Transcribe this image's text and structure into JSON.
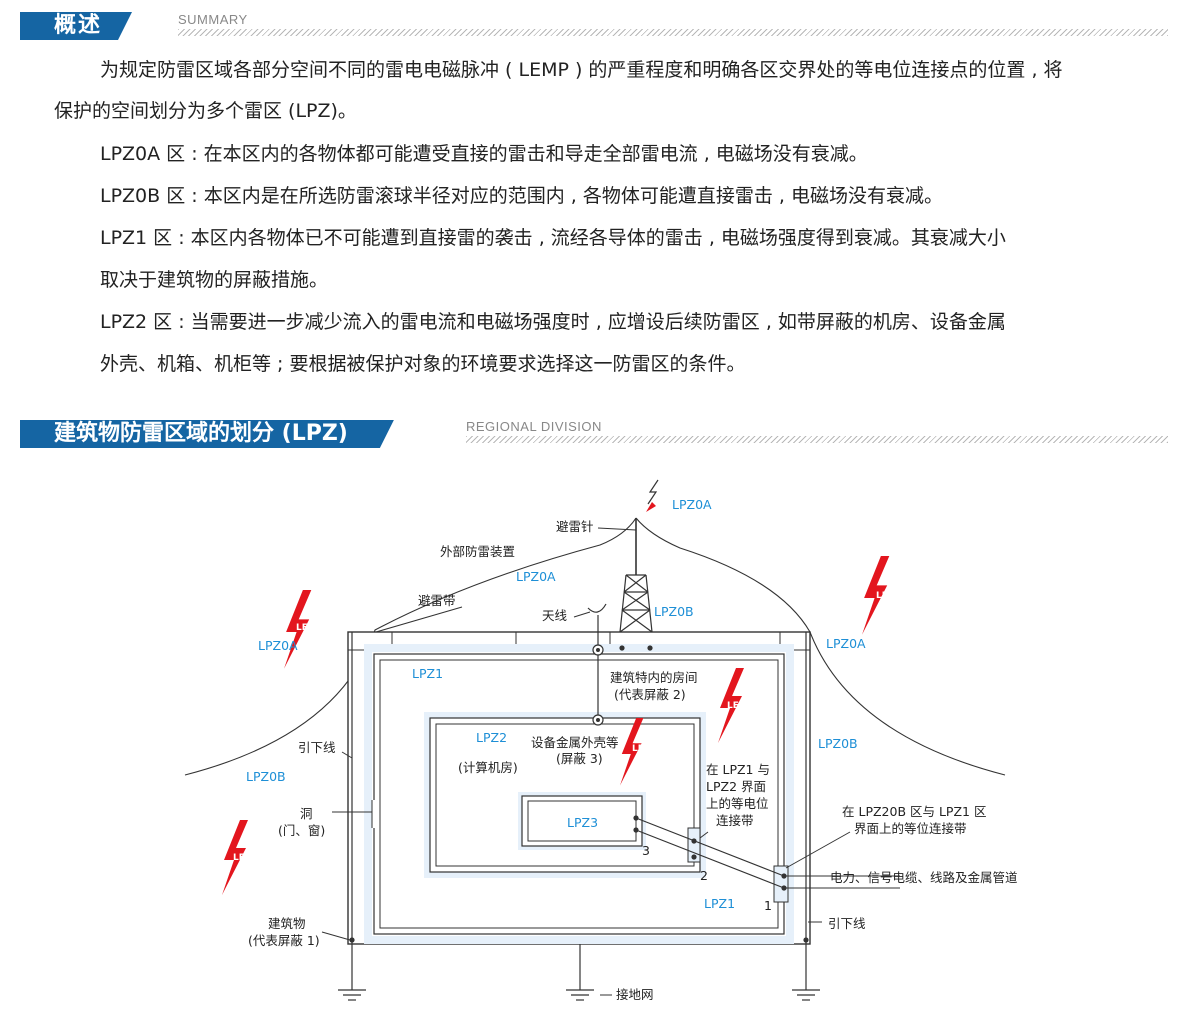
{
  "section1": {
    "title": "概述",
    "subtitle": "SUMMARY"
  },
  "intro": {
    "line1": "为规定防雷区域各部分空间不同的雷电电磁脉冲 ( LEMP ) 的严重程度和明确各区交界处的等电位连接点的位置 , 将",
    "line2": "保护的空间划分为多个雷区 (LPZ)。"
  },
  "zones": {
    "lpz0a": "LPZ0A 区 : 在本区内的各物体都可能遭受直接的雷击和导走全部雷电流 , 电磁场没有衰减。",
    "lpz0b": "LPZ0B 区 : 本区内是在所选防雷滚球半径对应的范围内 , 各物体可能遭直接雷击 , 电磁场没有衰减。",
    "lpz1_line1": "LPZ1 区 : 本区内各物体已不可能遭到直接雷的袭击 , 流经各导体的雷击 , 电磁场强度得到衰减。其衰减大小",
    "lpz1_line2": "取决于建筑物的屏蔽措施。",
    "lpz2_line1": "LPZ2 区 : 当需要进一步减少流入的雷电流和电磁场强度时 , 应增设后续防雷区 , 如带屏蔽的机房、设备金属",
    "lpz2_line2": "外壳、机箱、机柜等 ; 要根据被保护对象的环境要求选择这一防雷区的条件。"
  },
  "section2": {
    "title": "建筑物防雷区域的划分 (LPZ)",
    "subtitle": "REGIONAL DIVISION"
  },
  "diagram": {
    "lpz0a_top": "LPZ0A",
    "lightning_rod": "避雷针",
    "external_protection": "外部防雷装置",
    "lpz0a_mid": "LPZ0A",
    "lightning_strip": "避雷带",
    "antenna": "天线",
    "lpz0b_mast": "LPZ0B",
    "lpz0a_left": "LPZ0A",
    "lpz0a_right": "LPZ0A",
    "lemp": "LEMP",
    "lpz1_top": "LPZ1",
    "room_label_1": "建筑特内的房间",
    "room_label_2": "(代表屏蔽 2)",
    "lpz2": "LPZ2",
    "equipment_1": "设备金属外壳等",
    "equipment_2": "(屏蔽 3)",
    "computer_room": "(计算机房)",
    "lpz0b_right": "LPZ0B",
    "down_conductor_left": "引下线",
    "lpz0b_left": "LPZ0B",
    "interface_lpz12_1": "在 LPZ1 与",
    "interface_lpz12_2": "LPZ2 界面",
    "interface_lpz12_3": "上的等电位",
    "interface_lpz12_4": "连接带",
    "interface_lpz0b1_1": "在 LPZ20B 区与 LPZ1 区",
    "interface_lpz0b1_2": "界面上的等位连接带",
    "hole_1": "洞",
    "hole_2": "(门、窗)",
    "lpz3": "LPZ3",
    "num3": "3",
    "num2": "2",
    "num1": "1",
    "cables": "电力、信号电缆、线路及金属管道",
    "lpz1_bottom": "LPZ1",
    "building_1": "建筑物",
    "building_2": "(代表屏蔽 1)",
    "down_conductor_right": "引下线",
    "ground_grid": "接地网"
  },
  "colors": {
    "brand_blue": "#1565a3",
    "zone_blue": "#1e8fd6",
    "lemp_red": "#e3161e",
    "shield_fill": "#e6f0fa"
  }
}
